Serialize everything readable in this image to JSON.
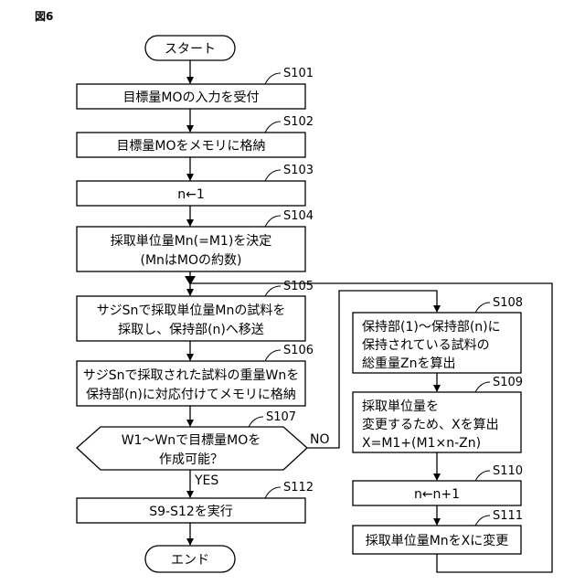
{
  "figure_label": "図6",
  "start": "スタート",
  "end": "エンド",
  "steps": {
    "s101": {
      "id": "S101",
      "lines": [
        "目標量MOの入力を受付"
      ]
    },
    "s102": {
      "id": "S102",
      "lines": [
        "目標量MOをメモリに格納"
      ]
    },
    "s103": {
      "id": "S103",
      "lines": [
        "n←1"
      ]
    },
    "s104": {
      "id": "S104",
      "lines": [
        "採取単位量Mn(=M1)を決定",
        "(MnはMOの約数)"
      ]
    },
    "s105": {
      "id": "S105",
      "lines": [
        "サジSnで採取単位量Mnの試料を",
        "採取し、保持部(n)へ移送"
      ]
    },
    "s106": {
      "id": "S106",
      "lines": [
        "サジSnで採取された試料の重量Wnを",
        "保持部(n)に対応付けてメモリに格納"
      ]
    },
    "s107": {
      "id": "S107",
      "lines": [
        "W1～Wnで目標量MOを",
        "作成可能？"
      ]
    },
    "s108": {
      "id": "S108",
      "lines": [
        "保持部(1)～保持部(n)に",
        "保持されている試料の",
        "総重量Znを算出"
      ]
    },
    "s109": {
      "id": "S109",
      "lines": [
        "採取単位量を",
        "変更するため、Xを算出",
        "X=M1+(M1×n-Zn)"
      ]
    },
    "s110": {
      "id": "S110",
      "lines": [
        "n←n+1"
      ]
    },
    "s111": {
      "id": "S111",
      "lines": [
        "採取単位量MnをXに変更"
      ]
    },
    "s112": {
      "id": "S112",
      "lines": [
        "S9-S12を実行"
      ]
    }
  },
  "branches": {
    "yes": "YES",
    "no": "NO"
  }
}
